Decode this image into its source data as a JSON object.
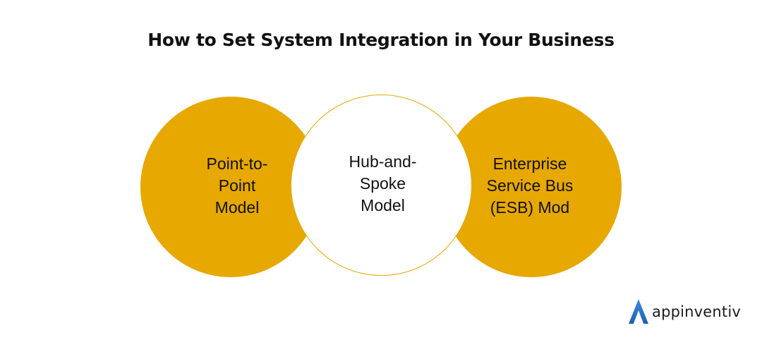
{
  "title": "How to Set System Integration in Your Business",
  "circles": [
    {
      "lines": [
        "Point-to-",
        "Point",
        "Model"
      ]
    },
    {
      "lines": [
        "Hub-and-",
        "Spoke",
        "Model"
      ]
    },
    {
      "lines": [
        "Enterprise",
        "Service Bus",
        "(ESB) Mod"
      ]
    }
  ],
  "logo": {
    "text": "appinventiv",
    "icon": "appinventiv-logo-icon"
  },
  "colors": {
    "gold": "#e7a801",
    "logo_blue": "#2f7fd6"
  }
}
